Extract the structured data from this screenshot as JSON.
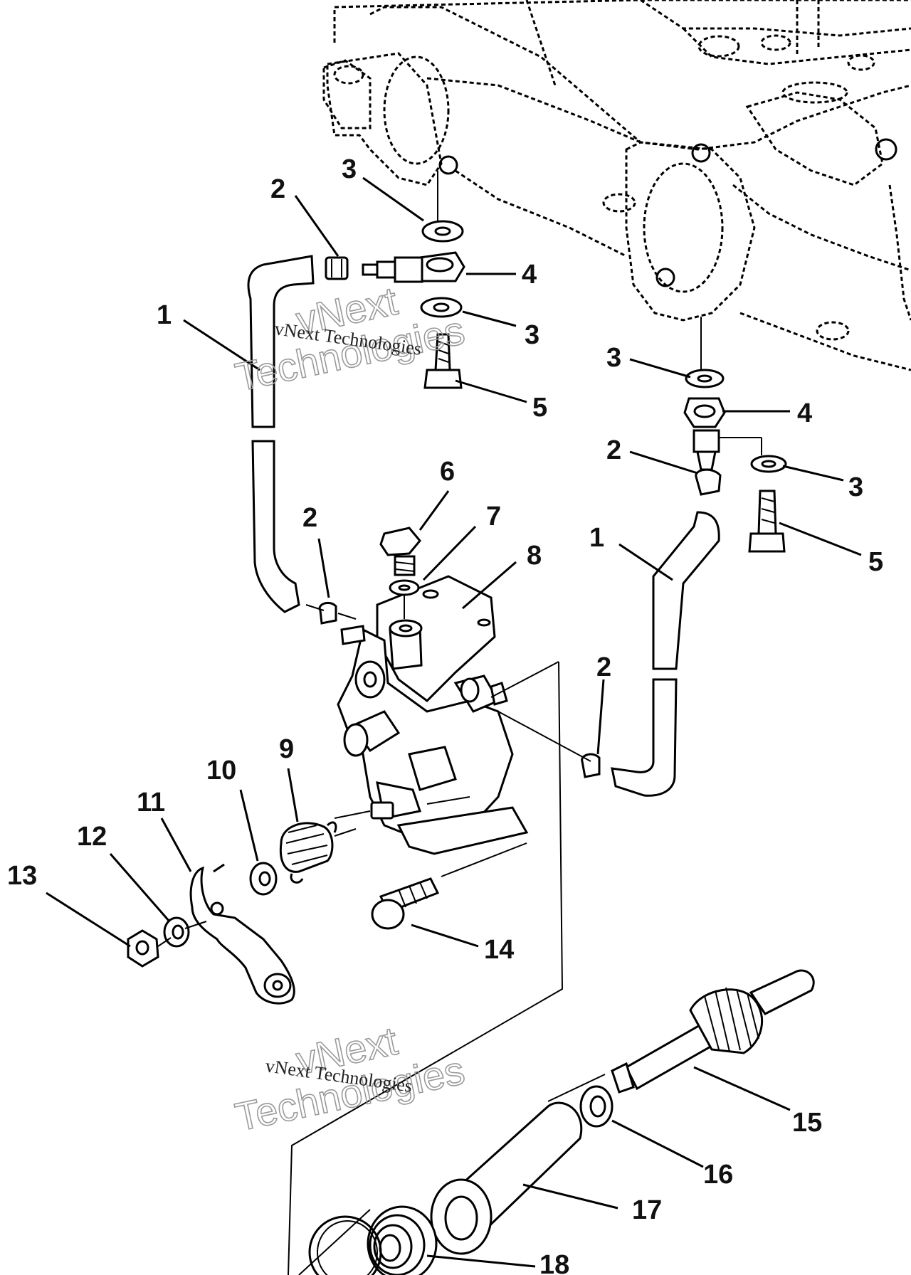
{
  "callouts": {
    "c1a": "1",
    "c1b": "1",
    "c2a": "2",
    "c2b": "2",
    "c2c": "2",
    "c2d": "2",
    "c3a": "3",
    "c3b": "3",
    "c3c": "3",
    "c3d": "3",
    "c4a": "4",
    "c4b": "4",
    "c5a": "5",
    "c5b": "5",
    "c6": "6",
    "c7": "7",
    "c8": "8",
    "c9": "9",
    "c10": "10",
    "c11": "11",
    "c12": "12",
    "c13": "13",
    "c14": "14",
    "c15": "15",
    "c16": "16",
    "c17": "17",
    "c18": "18"
  },
  "watermark": {
    "script_text": "vNext Technologies",
    "outline_line1": "vNext",
    "outline_line2": "Technologies"
  }
}
